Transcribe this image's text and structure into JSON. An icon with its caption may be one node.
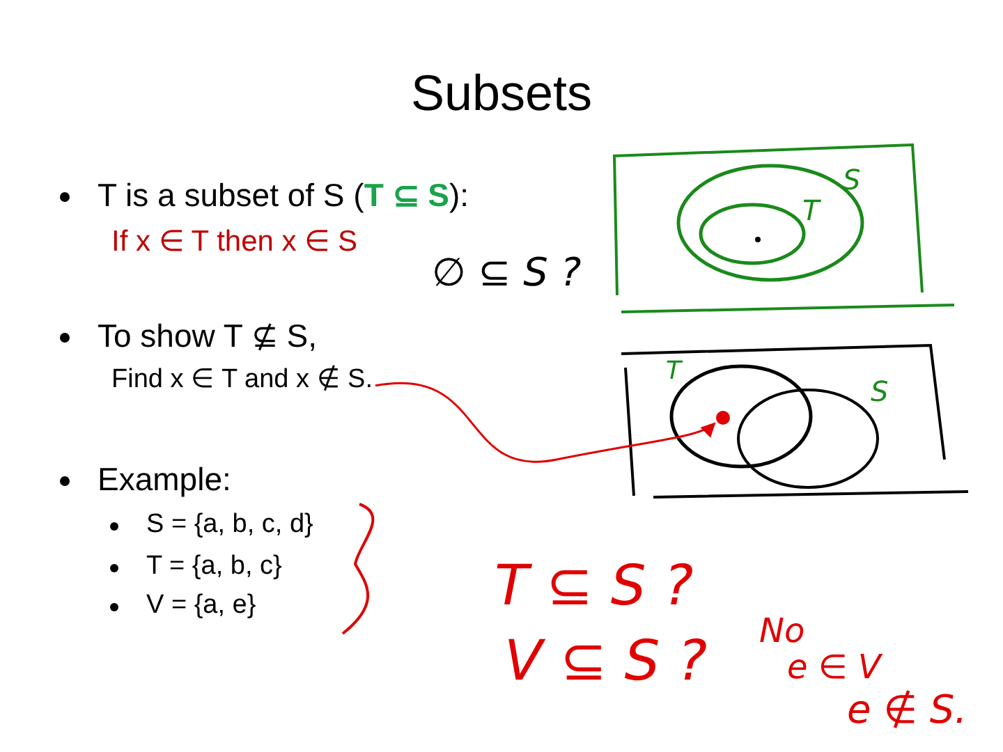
{
  "diagram": {
    "title": "Subsets",
    "nodes": [
      {
        "text": [
          "Find x ∈ T and x ∉ S."
        ]
      },
      {
        "text": [],
        "shape": "circle"
      }
    ],
    "edges": [
      {
        "from": 0,
        "to": 1,
        "arrow": "to",
        "color": "#e00000"
      }
    ],
    "labels": [
      "T is a subset of S (**T ⊆ S**):",
      "If x ∈ T then x ∈ S",
      "∅ ⊆ S ?",
      "To show T ⊈ S,",
      "Example:",
      "S = {a, b, c, d}",
      "T = {a, b, c}",
      "V = {a, e}",
      "S",
      "T",
      "T",
      "S",
      "T ⊆ S ?",
      "V ⊆ S ?",
      "No",
      "e ∈ V",
      "e ∉ S."
    ]
  }
}
